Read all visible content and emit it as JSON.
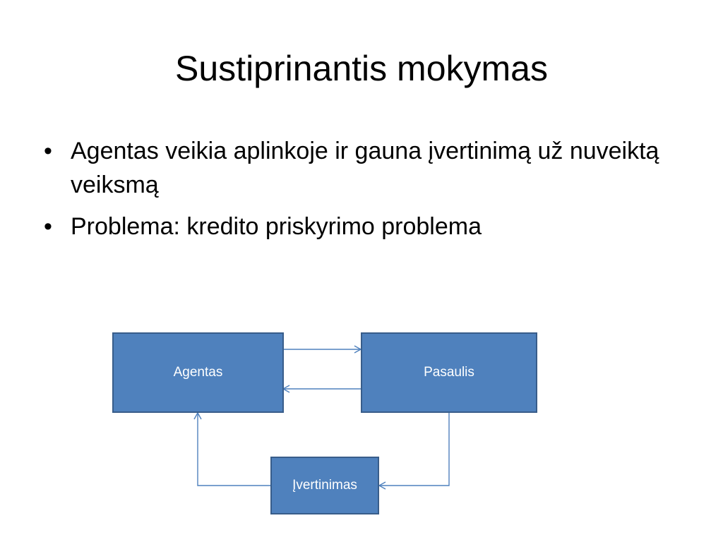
{
  "slide": {
    "title": "Sustiprinantis mokymas",
    "bullets": [
      {
        "marker": "•",
        "text": "Agentas veikia aplinkoje ir gauna įvertinimą už nuveiktą veiksmą"
      },
      {
        "marker": "•",
        "text": "Problema: kredito priskyrimo problema"
      }
    ]
  },
  "diagram": {
    "nodes": {
      "agent": "Agentas",
      "world": "Pasaulis",
      "reward": "Įvertinimas"
    },
    "edges": [
      {
        "from": "agent",
        "to": "world"
      },
      {
        "from": "world",
        "to": "agent"
      },
      {
        "from": "world",
        "to": "reward"
      },
      {
        "from": "reward",
        "to": "agent"
      }
    ],
    "colors": {
      "box_fill": "#4f81bd",
      "box_border": "#385d8a",
      "connector": "#4f81bd",
      "box_text": "#ffffff"
    }
  }
}
